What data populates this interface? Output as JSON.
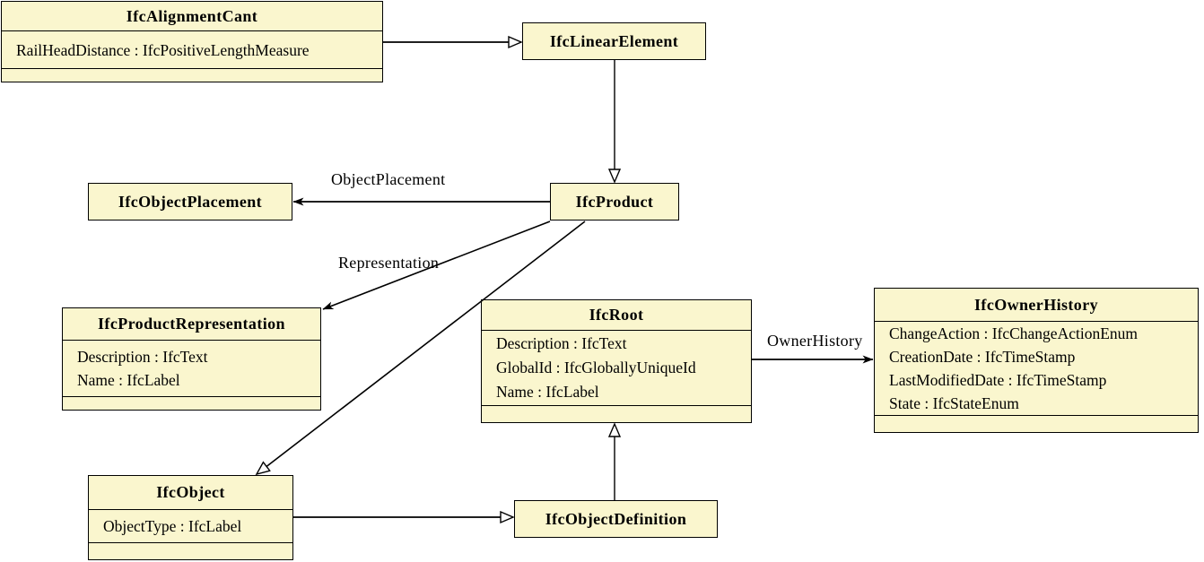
{
  "diagram": {
    "type": "uml-class-diagram",
    "colors": {
      "background": "#FFFFFF",
      "node_fill": "#FAF6CE",
      "node_border": "#000000",
      "edge_line": "#000000",
      "text": "#000000"
    },
    "nodes": [
      {
        "id": "IfcAlignmentCant",
        "title": "IfcAlignmentCant",
        "attributes": [
          "RailHeadDistance : IfcPositiveLengthMeasure"
        ]
      },
      {
        "id": "IfcLinearElement",
        "title": "IfcLinearElement",
        "attributes": []
      },
      {
        "id": "IfcObjectPlacement",
        "title": "IfcObjectPlacement",
        "attributes": []
      },
      {
        "id": "IfcProduct",
        "title": "IfcProduct",
        "attributes": []
      },
      {
        "id": "IfcProductRepresentation",
        "title": "IfcProductRepresentation",
        "attributes": [
          "Description : IfcText",
          "Name : IfcLabel"
        ]
      },
      {
        "id": "IfcRoot",
        "title": "IfcRoot",
        "attributes": [
          "Description : IfcText",
          "GlobalId : IfcGloballyUniqueId",
          "Name : IfcLabel"
        ]
      },
      {
        "id": "IfcOwnerHistory",
        "title": "IfcOwnerHistory",
        "attributes": [
          "ChangeAction : IfcChangeActionEnum",
          "CreationDate : IfcTimeStamp",
          "LastModifiedDate : IfcTimeStamp",
          "State : IfcStateEnum"
        ]
      },
      {
        "id": "IfcObject",
        "title": "IfcObject",
        "attributes": [
          "ObjectType : IfcLabel"
        ]
      },
      {
        "id": "IfcObjectDefinition",
        "title": "IfcObjectDefinition",
        "attributes": []
      }
    ],
    "edges": [
      {
        "from": "IfcAlignmentCant",
        "to": "IfcLinearElement",
        "type": "generalization",
        "label": ""
      },
      {
        "from": "IfcLinearElement",
        "to": "IfcProduct",
        "type": "generalization",
        "label": ""
      },
      {
        "from": "IfcProduct",
        "to": "IfcObjectPlacement",
        "type": "association",
        "label": "ObjectPlacement"
      },
      {
        "from": "IfcProduct",
        "to": "IfcProductRepresentation",
        "type": "association",
        "label": "Representation"
      },
      {
        "from": "IfcProduct",
        "to": "IfcObject",
        "type": "generalization",
        "label": ""
      },
      {
        "from": "IfcRoot",
        "to": "IfcOwnerHistory",
        "type": "association",
        "label": "OwnerHistory"
      },
      {
        "from": "IfcObjectDefinition",
        "to": "IfcRoot",
        "type": "generalization",
        "label": ""
      },
      {
        "from": "IfcObject",
        "to": "IfcObjectDefinition",
        "type": "generalization",
        "label": ""
      }
    ]
  }
}
